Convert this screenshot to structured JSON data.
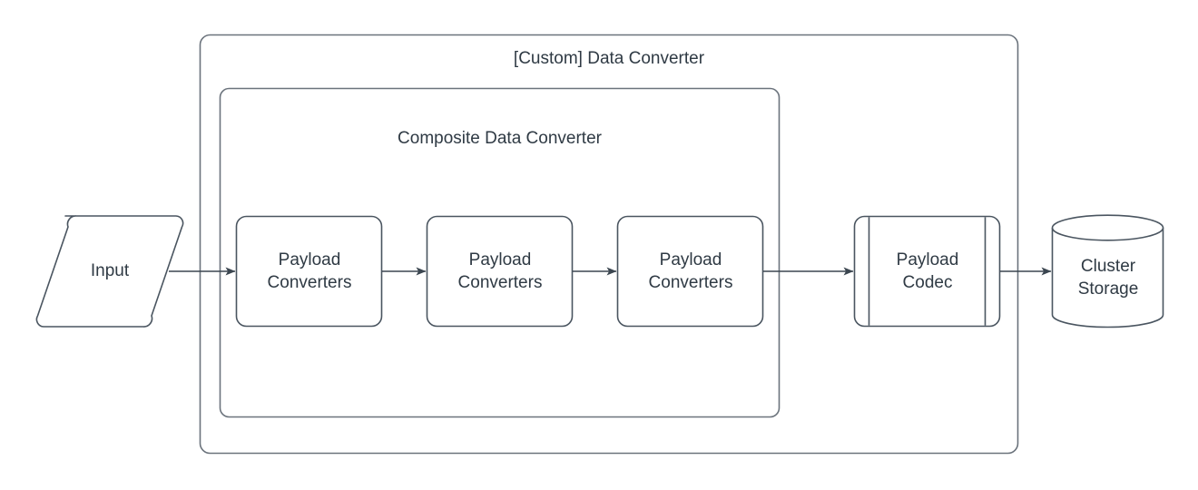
{
  "diagram": {
    "type": "flowchart",
    "title": "[Custom] Data Converter",
    "stroke_color": "#4a5560",
    "text_color": "#2f3a44",
    "fill_color": "#ffffff",
    "containers": [
      {
        "id": "custom-data-converter",
        "label": "[Custom] Data Converter",
        "shape": "rounded-rectangle"
      },
      {
        "id": "composite-data-converter",
        "label": "Composite Data Converter",
        "shape": "rounded-rectangle"
      }
    ],
    "nodes": [
      {
        "id": "input",
        "label": "Input",
        "shape": "parallelogram"
      },
      {
        "id": "payload-converters-1",
        "label": "Payload\nConverters",
        "shape": "rounded-rectangle"
      },
      {
        "id": "payload-converters-2",
        "label": "Payload\nConverters",
        "shape": "rounded-rectangle"
      },
      {
        "id": "payload-converters-3",
        "label": "Payload\nConverters",
        "shape": "rounded-rectangle"
      },
      {
        "id": "payload-codec",
        "label": "Payload\nCodec",
        "shape": "subprocess"
      },
      {
        "id": "cluster-storage",
        "label": "Cluster\nStorage",
        "shape": "cylinder"
      }
    ],
    "edges": [
      {
        "from": "input",
        "to": "payload-converters-1",
        "arrow": "open-arrow"
      },
      {
        "from": "payload-converters-1",
        "to": "payload-converters-2",
        "arrow": "open-arrow"
      },
      {
        "from": "payload-converters-2",
        "to": "payload-converters-3",
        "arrow": "open-arrow"
      },
      {
        "from": "payload-converters-3",
        "to": "payload-codec",
        "arrow": "open-arrow"
      },
      {
        "from": "payload-codec",
        "to": "cluster-storage",
        "arrow": "open-arrow"
      }
    ]
  }
}
